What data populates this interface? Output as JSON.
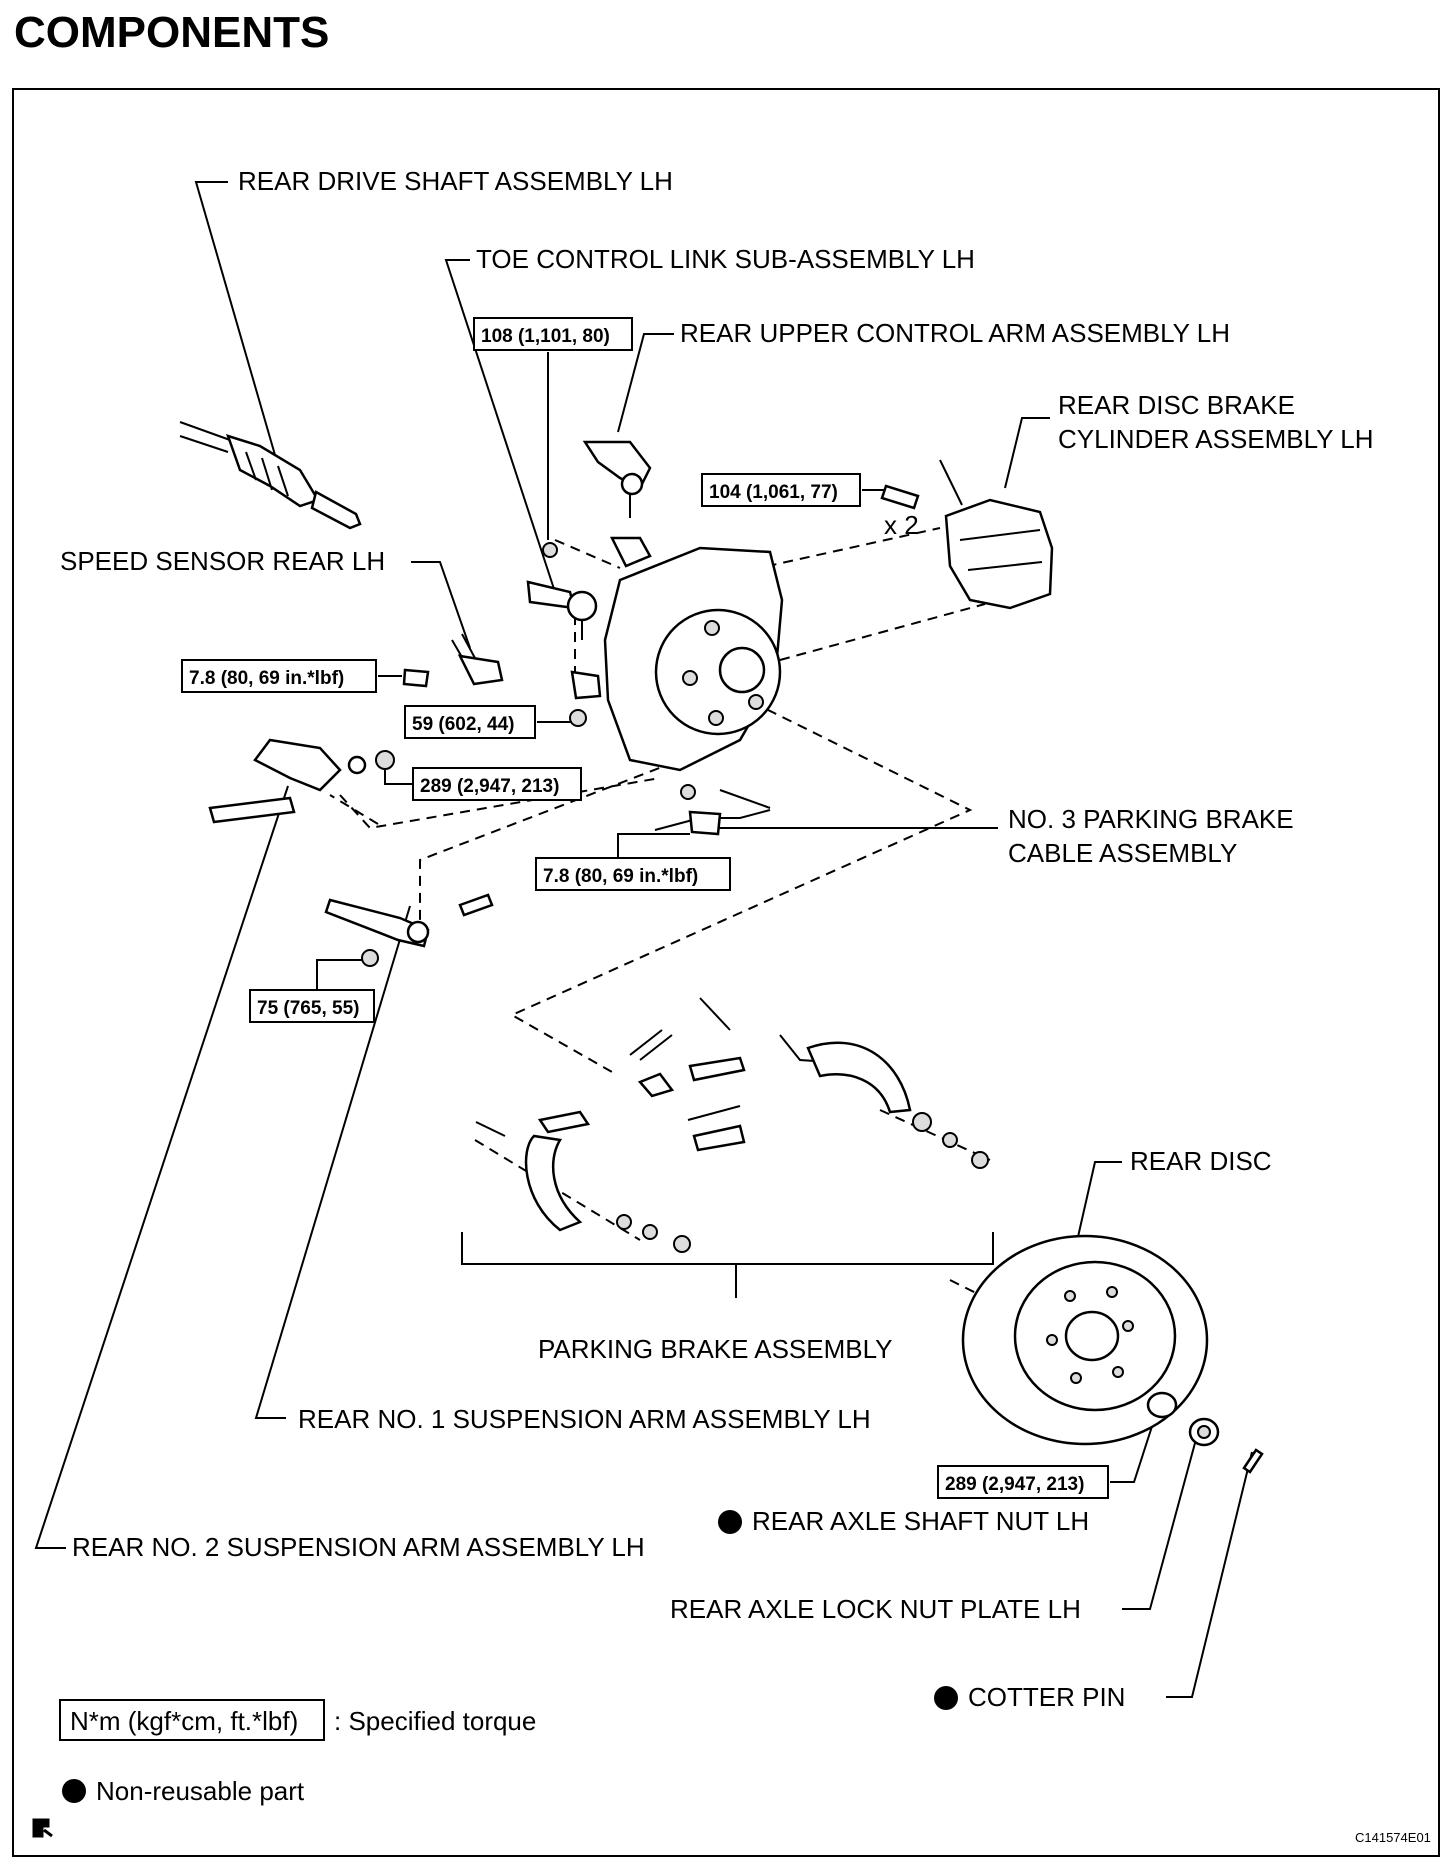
{
  "title": "COMPONENTS",
  "labels": {
    "rear_drive_shaft": "REAR DRIVE SHAFT ASSEMBLY LH",
    "toe_control_link": "TOE CONTROL LINK SUB-ASSEMBLY LH",
    "rear_upper_control_arm": "REAR UPPER CONTROL ARM ASSEMBLY LH",
    "rear_disc_brake_cylinder_1": "REAR DISC BRAKE",
    "rear_disc_brake_cylinder_2": "CYLINDER ASSEMBLY LH",
    "speed_sensor": "SPEED SENSOR REAR LH",
    "no3_parking_brake_1": "NO. 3 PARKING BRAKE",
    "no3_parking_brake_2": "CABLE ASSEMBLY",
    "rear_disc": "REAR DISC",
    "parking_brake_assembly": "PARKING BRAKE ASSEMBLY",
    "rear_no1_suspension_arm": "REAR NO. 1 SUSPENSION ARM ASSEMBLY LH",
    "rear_no2_suspension_arm": "REAR NO. 2 SUSPENSION ARM ASSEMBLY LH",
    "rear_axle_shaft_nut": "REAR AXLE SHAFT NUT LH",
    "rear_axle_lock_nut_plate": "REAR AXLE LOCK NUT PLATE LH",
    "cotter_pin": "COTTER PIN",
    "quantity_x2": "x 2"
  },
  "torques": {
    "t108": "108 (1,101, 80)",
    "t104": "104 (1,061, 77)",
    "t78_sensor": "7.8 (80, 69 in.*lbf)",
    "t59": "59 (602, 44)",
    "t289_upper": "289 (2,947, 213)",
    "t78_cable": "7.8 (80, 69 in.*lbf)",
    "t75": "75 (765, 55)",
    "t289_nut": "289 (2,947, 213)"
  },
  "legend": {
    "torque_box": "N*m (kgf*cm, ft.*lbf)",
    "torque_desc": ": Specified torque",
    "non_reusable": "Non-reusable part"
  },
  "figure_code": "C141574E01"
}
